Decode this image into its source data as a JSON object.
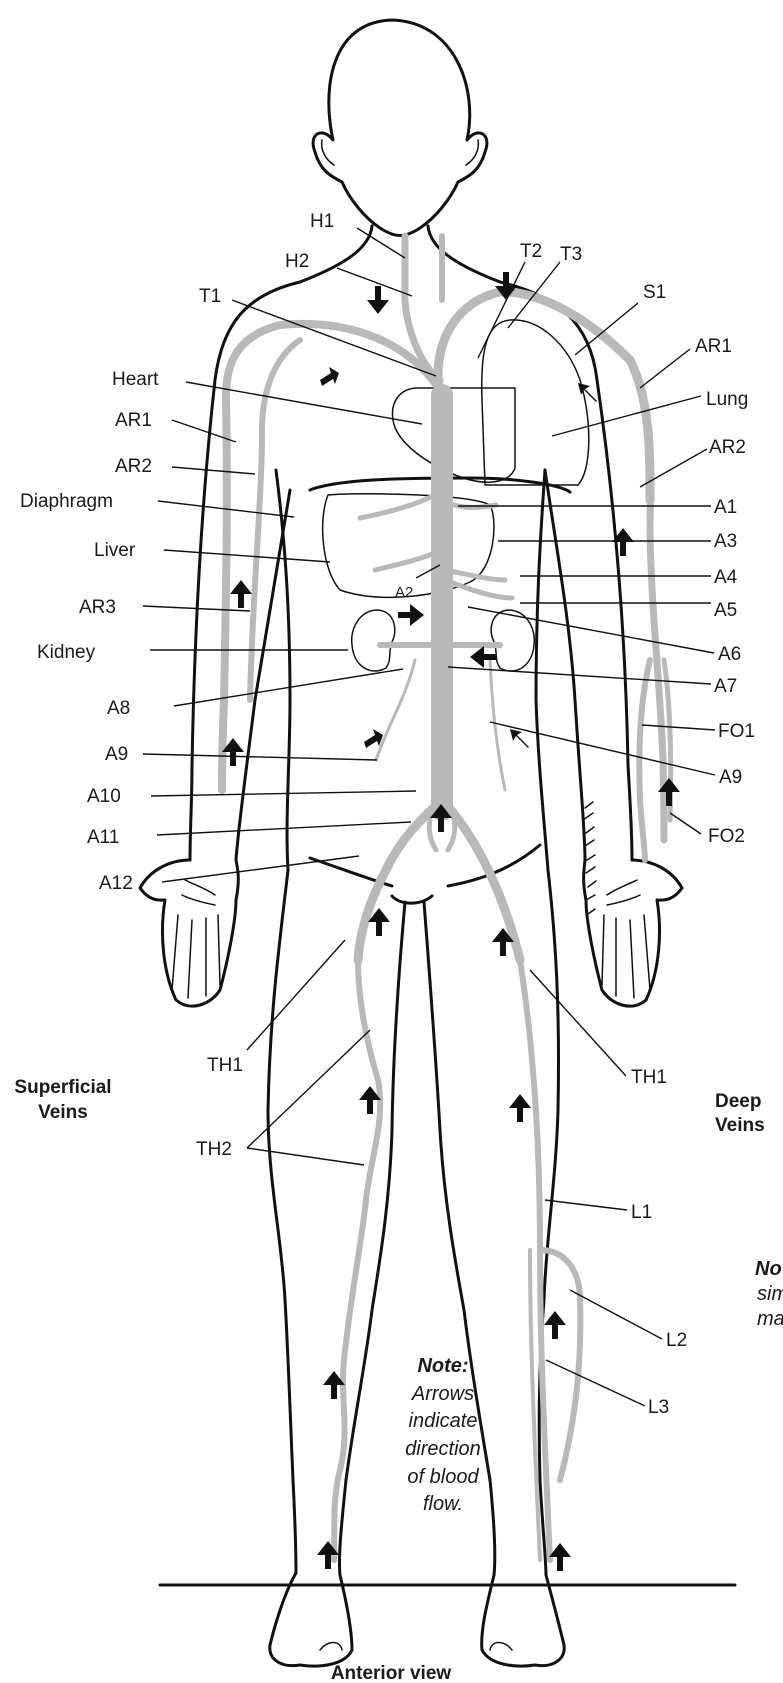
{
  "labels": {
    "H1": "H1",
    "H2": "H2",
    "T1": "T1",
    "T2": "T2",
    "T3": "T3",
    "S1": "S1",
    "AR1": "AR1",
    "AR2": "AR2",
    "AR3": "AR3",
    "Heart": "Heart",
    "Lung": "Lung",
    "Diaphragm": "Diaphragm",
    "Liver": "Liver",
    "Kidney": "Kidney",
    "A1": "A1",
    "A2": "A2",
    "A3": "A3",
    "A4": "A4",
    "A5": "A5",
    "A6": "A6",
    "A7": "A7",
    "A8": "A8",
    "A9": "A9",
    "A10": "A10",
    "A11": "A11",
    "A12": "A12",
    "FO1": "FO1",
    "FO2": "FO2",
    "TH1": "TH1",
    "TH2": "TH2",
    "L1": "L1",
    "L2": "L2",
    "L3": "L3"
  },
  "side_labels": {
    "superficial_line1": "Superficial",
    "superficial_line2": "Veins",
    "deep_line1": "Deep",
    "deep_line2": "Veins"
  },
  "note_left": {
    "title": "Note:",
    "lines": [
      "Arrows",
      "indicate",
      "direction",
      "of blood",
      "flow."
    ]
  },
  "note_right_fragment": {
    "title": "No",
    "lines": [
      "sim",
      "ma"
    ]
  },
  "caption": "Anterior view",
  "colors": {
    "outline": "#111111",
    "vein": "#b9b9b9",
    "background": "#ffffff"
  }
}
